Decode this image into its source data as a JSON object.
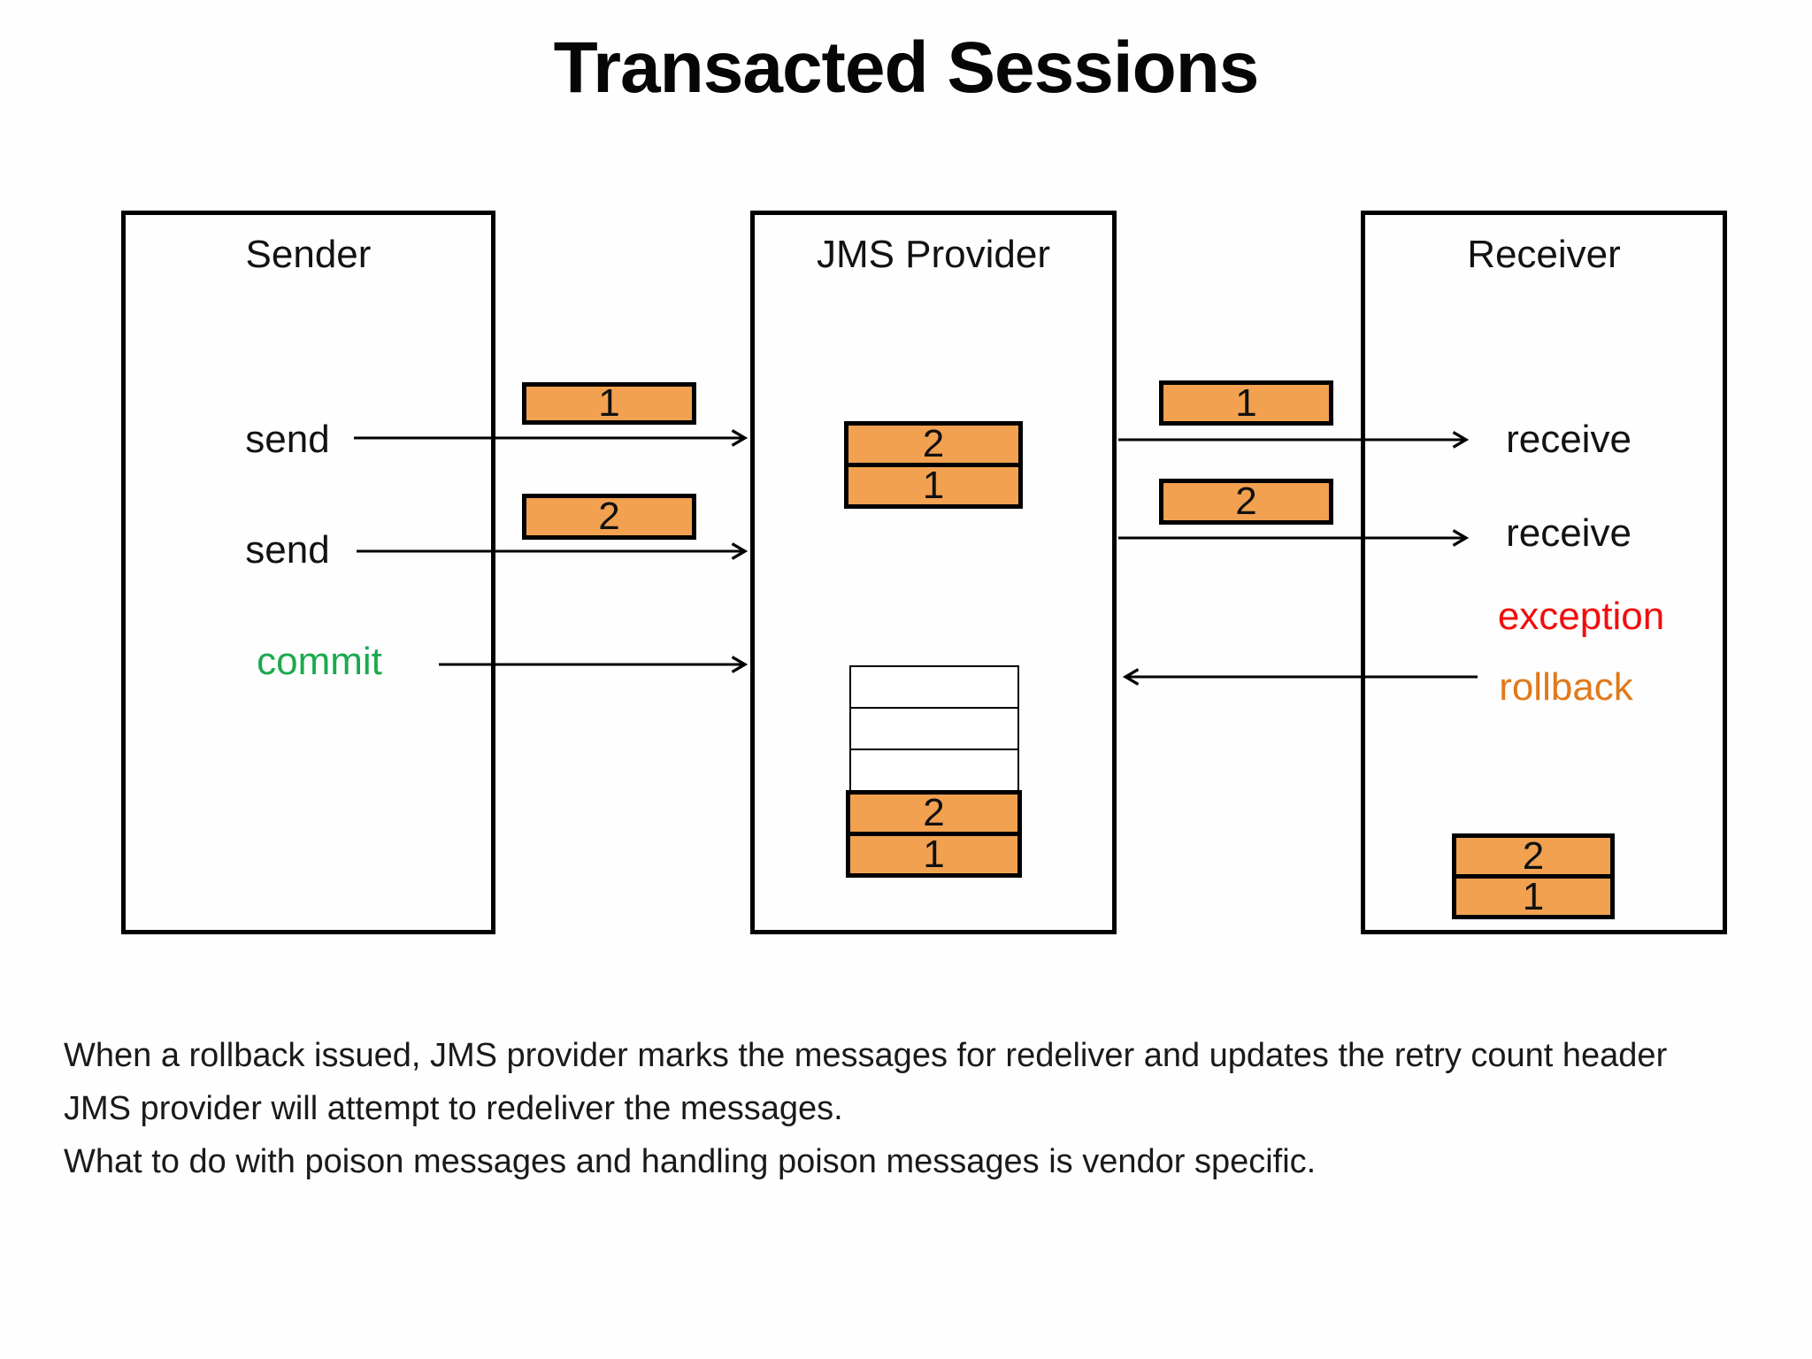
{
  "title": "Transacted Sessions",
  "boxes": {
    "sender": {
      "title": "Sender"
    },
    "provider": {
      "title": "JMS Provider"
    },
    "receiver": {
      "title": "Receiver"
    }
  },
  "sender_actions": {
    "send1": "send",
    "send2": "send",
    "commit": "commit"
  },
  "receiver_actions": {
    "receive1": "receive",
    "receive2": "receive",
    "exception": "exception",
    "rollback": "rollback"
  },
  "chips": {
    "sender_msg1": "1",
    "sender_msg2": "2",
    "receiver_msg1": "1",
    "receiver_msg2": "2"
  },
  "provider_queue_top": {
    "cells": [
      "2",
      "1"
    ]
  },
  "provider_queue_bottom": {
    "empty_cell_count": 3,
    "filled_cells": [
      "2",
      "1"
    ]
  },
  "receiver_queue": {
    "cells": [
      "2",
      "1"
    ]
  },
  "notes": {
    "line1": "When a rollback issued, JMS provider marks the messages for redeliver and updates the retry count header",
    "line2": "JMS provider will attempt to redeliver the messages.",
    "line3": "What to do with poison messages and handling poison messages is vendor specific."
  },
  "colors": {
    "message_fill": "#F2A150",
    "outline": "#000000",
    "commit_green": "#1BAA4D",
    "exception_red": "#F20D0D",
    "rollback_orange": "#E0791B"
  }
}
